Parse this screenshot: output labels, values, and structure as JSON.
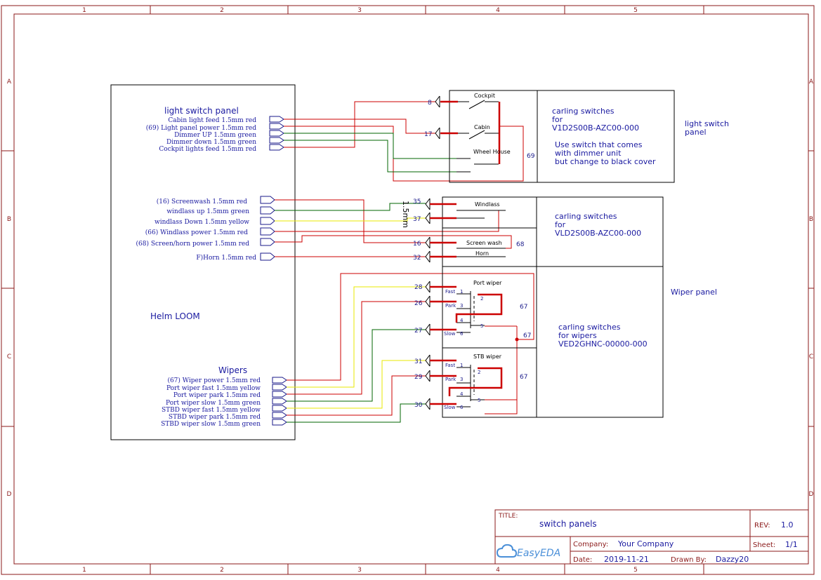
{
  "frame": {
    "cols": [
      "1",
      "2",
      "3",
      "4",
      "5"
    ],
    "rows": [
      "A",
      "B",
      "C",
      "D"
    ]
  },
  "loom": {
    "title": "Helm LOOM",
    "light_heading": "light switch panel",
    "light_wires": [
      "Cabin light feed 1.5mm red",
      "(69) Light panel power 1.5mm red",
      "Dimmer UP 1.5mm green",
      "Dimmer down 1.5mm green",
      "Cockpit lights feed 1.5mm red"
    ],
    "mid_wires": [
      "(16) Screenwash 1.5mm red",
      "windlass up 1.5mm green",
      "windlass Down 1.5mm yellow",
      "(66) Windlass power 1.5mm red",
      "(68) Screen/horn power 1.5mm red",
      "F)Horn 1.5mm red"
    ],
    "wipers_heading": "Wipers",
    "wiper_wires": [
      "(67) Wiper power 1.5mm red",
      "Port wiper fast 1.5mm yellow",
      "Port wiper park 1.5mm red",
      "Port wiper slow 1.5mm green",
      "STBD wiper fast 1.5mm yellow",
      "STBD wiper park 1.5mm red",
      "STBD wiper slow 1.5mm green"
    ]
  },
  "light_panel": {
    "pins": [
      "8",
      "17"
    ],
    "switches": [
      "Cockpit",
      "Cabin",
      "Wheel House"
    ],
    "net": "69",
    "desc": [
      "carling switches",
      "for",
      "V1D2S00B-AZC00-000"
    ],
    "note": [
      "Use switch that comes",
      "with dimmer unit",
      "but change to black cover"
    ],
    "label": [
      "light switch",
      "panel"
    ]
  },
  "windlass_panel": {
    "pins": [
      "35",
      "37",
      "16",
      "32"
    ],
    "wire_note": "1.5mm",
    "switches": [
      "Windlass",
      "Screen wash",
      "Horn"
    ],
    "net": "68",
    "desc": [
      "carling switches",
      "for",
      "VLD2S00B-AZC00-000"
    ]
  },
  "wiper_panel": {
    "label": "Wiper panel",
    "port": {
      "title": "Port wiper",
      "pins": [
        "28",
        "26",
        "27"
      ],
      "contacts": [
        "Fast",
        "1",
        "Park",
        "3",
        "Slow",
        "6",
        "2",
        "4",
        "5"
      ]
    },
    "stb": {
      "title": "STB wiper",
      "pins": [
        "31",
        "29",
        "30"
      ],
      "contacts": [
        "Fast",
        "1",
        "Park",
        "3",
        "Slow",
        "6",
        "2",
        "4",
        "5"
      ]
    },
    "nets": [
      "67",
      "67",
      "67"
    ],
    "desc": [
      "carling switches",
      "for wipers",
      "VED2GHNC-00000-000"
    ]
  },
  "title_block": {
    "title_label": "TITLE:",
    "title": "switch panels",
    "rev_label": "REV:",
    "rev": "1.0",
    "company_label": "Company:",
    "company": "Your Company",
    "sheet_label": "Sheet:",
    "sheet": "1/1",
    "date_label": "Date:",
    "date": "2019-11-21",
    "drawn_label": "Drawn By:",
    "drawn_by": "Dazzy20",
    "logo": "EasyEDA"
  },
  "colors": {
    "frame": "#8b1a1a",
    "wire_red": "#cc0000",
    "wire_green": "#006400",
    "wire_yellow": "#e8e800",
    "label_blue": "#1a1aa0",
    "pin_blue": "#1a1a8a",
    "black": "#000000",
    "logo_blue": "#4a8fd8"
  }
}
